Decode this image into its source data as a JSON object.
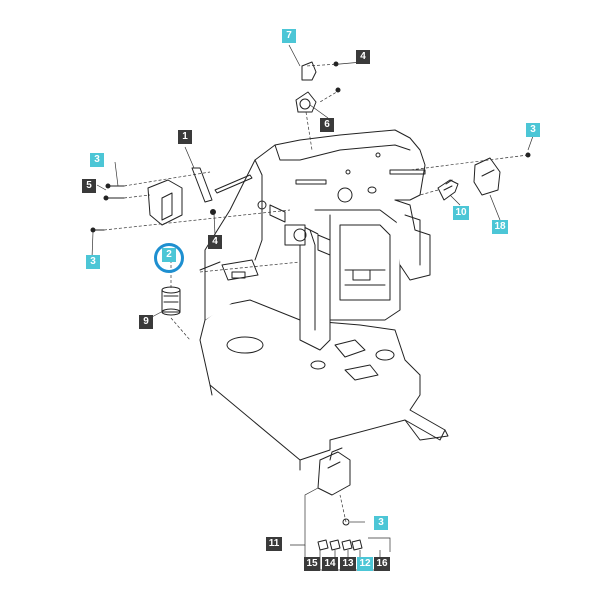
{
  "colors": {
    "dark_label": "#3a3a3a",
    "cyan_label": "#4cc6d6",
    "highlight": "#1e8fd0",
    "line": "#222222"
  },
  "callouts": {
    "c7": "7",
    "c4_top": "4",
    "c6": "6",
    "c1": "1",
    "c3_left_top": "3",
    "c5": "5",
    "c3_left_bottom": "3",
    "c4_mid": "4",
    "c2": "2",
    "c9": "9",
    "c3_right": "3",
    "c10": "10",
    "c18": "18",
    "c3_bottom": "3",
    "c11": "11",
    "c15": "15",
    "c14": "14",
    "c13": "13",
    "c12": "12",
    "c16": "16"
  }
}
